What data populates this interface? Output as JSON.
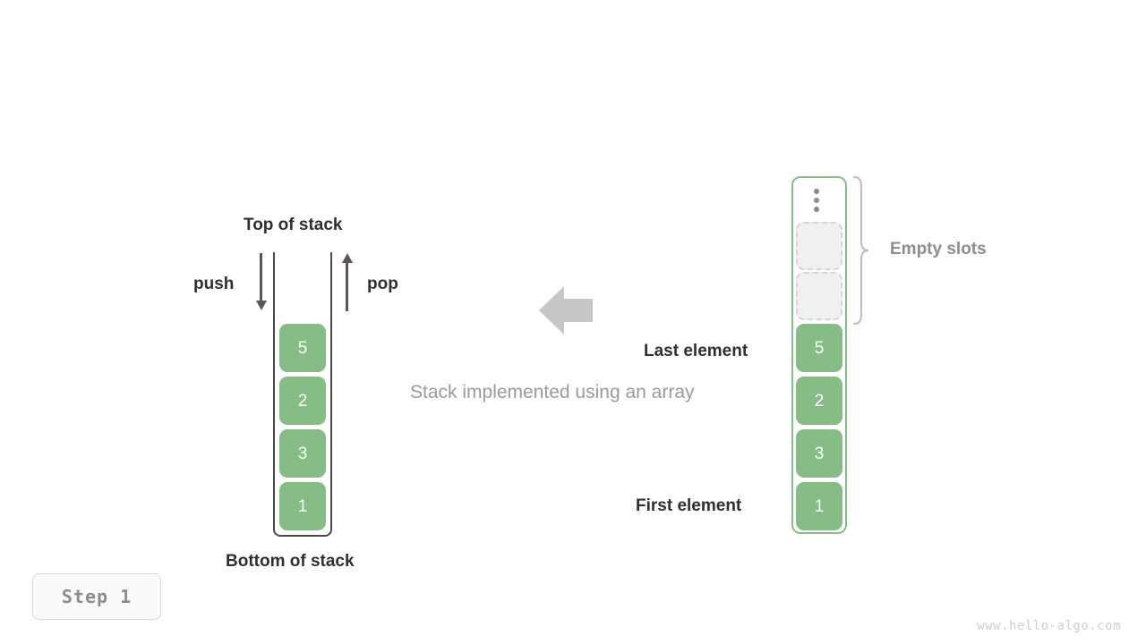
{
  "diagram": {
    "caption": "Stack implemented using an array",
    "step_badge": "Step 1",
    "watermark": "www.hello-algo.com",
    "accent_green": "#86bd86",
    "dark_text": "#2f2f2f",
    "gray_text": "#8d8d8d",
    "arrow_gray": "#5d5553",
    "big_arrow_gray": "#c6c6c6"
  },
  "left_stack": {
    "top_label": "Top of stack",
    "bottom_label": "Bottom of stack",
    "push_label": "push",
    "pop_label": "pop",
    "values": [
      "5",
      "2",
      "3",
      "1"
    ],
    "push_icon": "arrow-down-icon",
    "pop_icon": "arrow-up-icon"
  },
  "transform": {
    "icon": "arrow-left-icon"
  },
  "right_array": {
    "last_element_label": "Last element",
    "first_element_label": "First element",
    "empty_slots_label": "Empty slots",
    "empty_slots_count": 2,
    "overflow_icon": "vertical-ellipsis-icon",
    "brace_icon": "curly-brace-icon",
    "values": [
      "5",
      "2",
      "3",
      "1"
    ]
  }
}
